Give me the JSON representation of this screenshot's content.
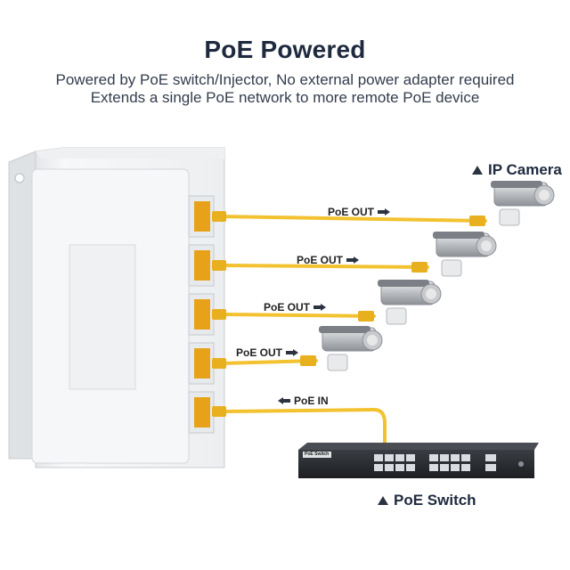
{
  "header": {
    "title": "PoE Powered",
    "line1": "Powered by PoE switch/Injector, No external power adapter required",
    "line2": "Extends a single PoE network to more remote PoE device"
  },
  "labels": {
    "poe_out_1": "PoE OUT",
    "poe_out_2": "PoE OUT",
    "poe_out_3": "PoE OUT",
    "poe_out_4": "PoE OUT",
    "poe_in": "PoE IN",
    "ip_camera": "IP Camera",
    "poe_switch": "PoE Switch",
    "switch_brand": "PoE Switch"
  },
  "colors": {
    "cable": "#f2c230",
    "connector": "#e0a91c",
    "device": "#f4f5f6",
    "switch_body": "#2b2e33",
    "text": "#1f2a3f"
  },
  "icons": [
    "arrow-right-icon",
    "arrow-left-icon",
    "triangle-up-icon",
    "ip-camera-icon",
    "ethernet-port-icon"
  ]
}
